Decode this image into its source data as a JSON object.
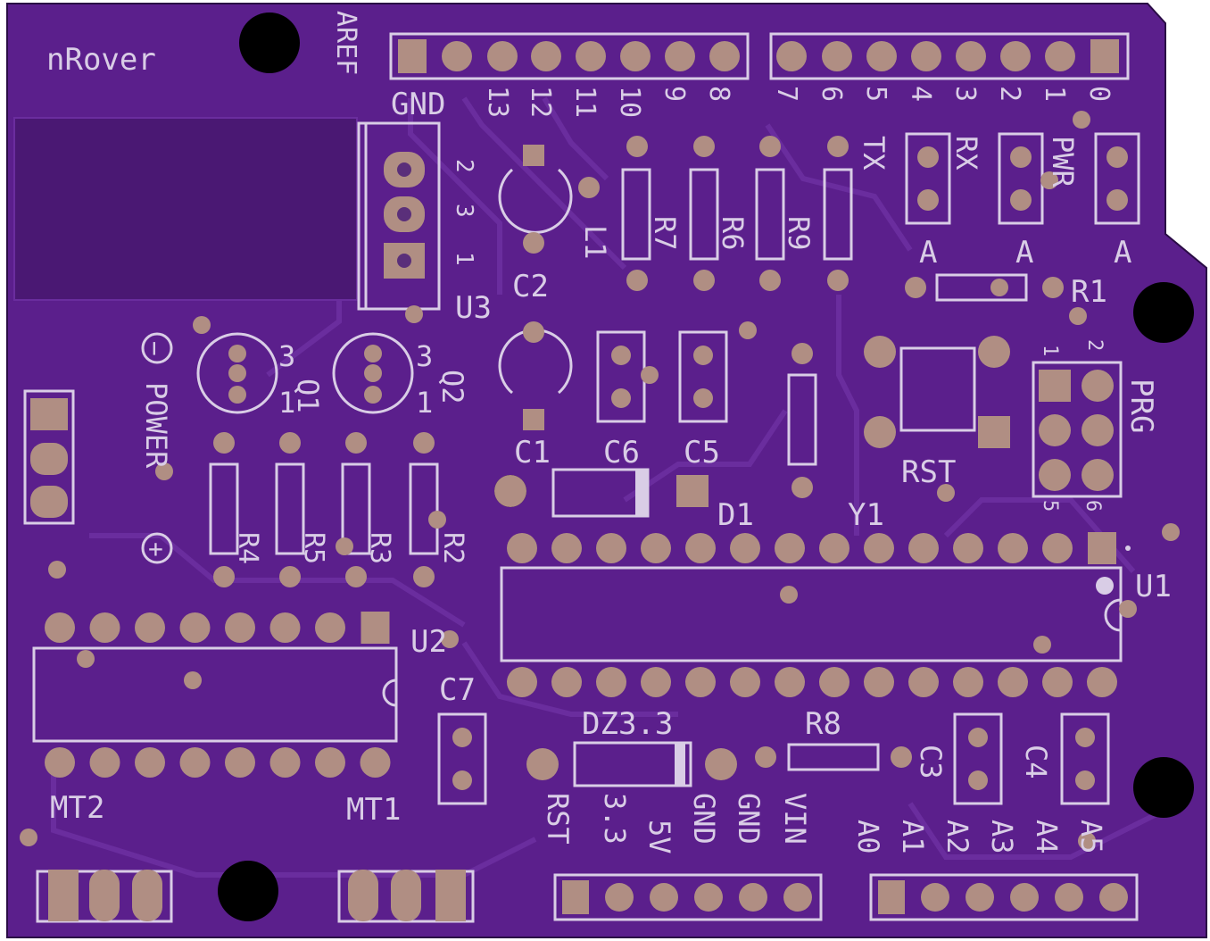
{
  "board": {
    "title": "nRover",
    "colors": {
      "board": "#5b1f8c",
      "trace": "#6a2d9e",
      "silk": "#d9cde6",
      "copper": "#b08e83",
      "hole": "#000000"
    },
    "header_top_left_labels": [
      "AREF",
      "GND",
      "13",
      "12",
      "11",
      "10",
      "9",
      "8"
    ],
    "header_top_right_labels": [
      "7",
      "6",
      "5",
      "4",
      "3",
      "2",
      "1",
      "0"
    ],
    "bottom_power_labels": [
      "RST",
      "3.3",
      "5V",
      "GND",
      "GND",
      "VIN"
    ],
    "bottom_analog_labels": [
      "A0",
      "A1",
      "A2",
      "A3",
      "A4",
      "A5"
    ],
    "components": {
      "u3": "U3",
      "c2": "C2",
      "c1": "C1",
      "c6": "C6",
      "c5": "C5",
      "c7": "C7",
      "c3": "C3",
      "c4": "C4",
      "l1": "L1",
      "r7": "R7",
      "r6": "R6",
      "r9": "R9",
      "r1": "R1",
      "r2": "R2",
      "r3": "R3",
      "r4": "R4",
      "r5": "R5",
      "r8": "R8",
      "q1": "Q1",
      "q2": "Q2",
      "d1": "D1",
      "y1": "Y1",
      "u1": "U1",
      "u2": "U2",
      "dz": "DZ3.3",
      "rst": "RST",
      "prg": "PRG",
      "mt1": "MT1",
      "mt2": "MT2",
      "tx": "TX",
      "rx": "RX",
      "pwr": "PWR",
      "a_1": "A",
      "a_2": "A",
      "a_3": "A",
      "power": "POWER",
      "minus": "−",
      "plus": "+",
      "u3_pins": [
        "2",
        "3",
        "1"
      ],
      "q_pins": [
        "3",
        "1"
      ],
      "prg_pins": [
        "1",
        "2",
        "5",
        "6"
      ]
    }
  }
}
